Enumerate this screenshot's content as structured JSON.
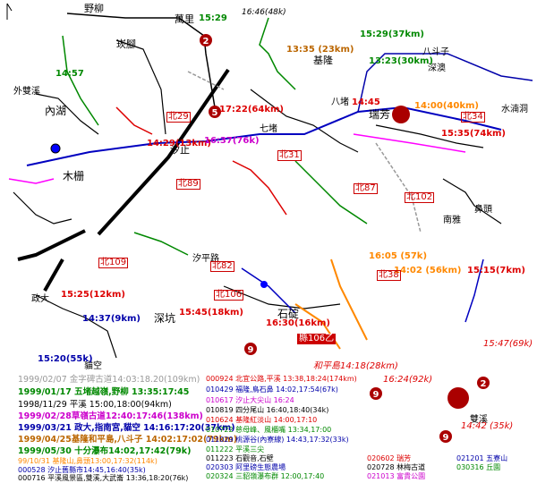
{
  "places": [
    "野柳",
    "萬里",
    "崁腳",
    "基隆",
    "八斗子",
    "深澳",
    "內湖",
    "瑞芳",
    "汐止",
    "木栅",
    "深坑",
    "石碇",
    "政大",
    "貓空",
    "外雙溪",
    "南雅",
    "鼻頭",
    "水湳洞",
    "雙溪",
    "八堵",
    "七堵",
    "汐平路"
  ],
  "times": [
    "15:29",
    "16:46(48k)",
    "13:35 (23km)",
    "15:29(37km)",
    "13:23(30km)",
    "14:57",
    "17:22(64km)",
    "14:45",
    "14:00(40km)",
    "15:35(74km)",
    "14:29(13km)",
    "16:37(76k)",
    "16:05 (57k)",
    "14:02 (56km)",
    "15:15(7km)",
    "15:25(12km)",
    "15:45(18km)",
    "16:30(16km)",
    "14:37(9km)",
    "15:20(55k)",
    "16:24(92k)",
    "15:47(69k)",
    "14:42 (35k)",
    "和平島14:18(28km)"
  ],
  "routes": [
    "北29",
    "北89",
    "北109",
    "北82",
    "北106",
    "北31",
    "北87",
    "北38",
    "北102",
    "北34",
    "縣106乙"
  ],
  "legend": [
    "1999/02/07 金字碑古道14:03:18.20(109km)",
    "1999/01/17 五堵越嶺,野柳 13:35:17:45",
    "1998/11/29 平溪 15:00,18:00(94km)",
    "1999/02/28草嶺古道12:40:17:46(138km)",
    "1999/03/21 政大,指南宮,貓空 14:16:17:20(37km)",
    "1999/04/25基隆和平島,八斗子 14:02:17:02(79km)",
    "1999/05/30 十分瀑布14:02,17:42(79k)",
    "99/10/31 基隆山,鼻頭13:00,17:32(114k)",
    "000528 汐止舊縣市14:45,16:40(35k)",
    "000716 平溪風景區,雙溪,大武崙 13:36,18:20(76k)"
  ],
  "legend2": [
    "000924 北宜公路,平溪 13:38,18:24(174km)",
    "010429 福隆,鳥石鼻 14:02,17:54(67k)",
    "010617 汐止大尖山 16:24",
    "010819 四分尾山 16:40,18:40(34k)",
    "010624 基隆紅淡山 14:00,17:10",
    "010722 慈母峰、風櫃嘴 13:34,17:00",
    "011029 桃源谷(內寮線) 14:43,17:32(33k)",
    "011222 平溪三尖",
    "011223 石觀音,石壁",
    "020303 阿里磅生態農場",
    "020324 三貂嶺瀑布群 12:00,17:40"
  ],
  "legend3": [
    "020602 瑞芳",
    "020728 林梅古道",
    "021013 富貴公園",
    "021201 五寮山",
    "030316 丘園"
  ],
  "colors": {
    "route_red": "#cc0000",
    "trail_green": "#008800",
    "rail_blue": "#0000c0",
    "trail_orange": "#ff8800",
    "trail_magenta": "#cc00cc",
    "trail_grey": "#999999",
    "marker": "#aa0000"
  }
}
